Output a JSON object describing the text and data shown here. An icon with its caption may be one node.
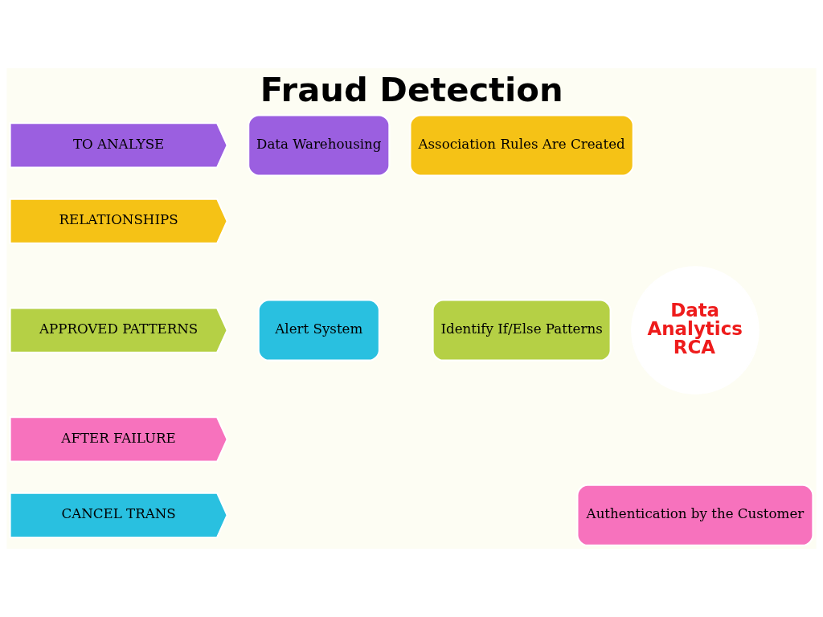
{
  "diagram": {
    "title": "Fraud Detection",
    "nodes": [
      {
        "text": [
          "TO ANALYSE"
        ]
      },
      {
        "text": [
          "RELATIONSHIPS"
        ]
      },
      {
        "text": [
          "APPROVED PATTERNS"
        ]
      },
      {
        "text": [
          "AFTER FAILURE"
        ]
      },
      {
        "text": [
          "CANCEL TRANS"
        ]
      },
      {
        "text": [
          "Data Warehousing"
        ]
      },
      {
        "text": [
          "Association Rules Are Created"
        ]
      },
      {
        "text": [
          "Alert System"
        ]
      },
      {
        "text": [
          "Data Analytics RCA"
        ]
      },
      {
        "text": [
          "Identify If/Else Patterns"
        ]
      },
      {
        "text": [
          "Authentication by the Customer"
        ]
      }
    ],
    "edges": []
  }
}
